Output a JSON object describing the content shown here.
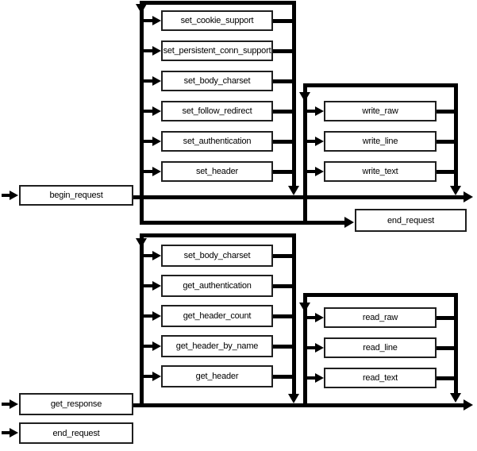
{
  "colors": {
    "background": "#ffffff",
    "line": "#000000",
    "box_border": "#1f1f1f",
    "box_fill": "#ffffff",
    "text": "#000000"
  },
  "nodes": {
    "begin_request": "begin_request",
    "end_request_top": "end_request",
    "get_response": "get_response",
    "end_request_bottom": "end_request",
    "request_set_loop": [
      "set_cookie_support",
      "set_persistent_conn_support",
      "set_body_charset",
      "set_follow_redirect",
      "set_authentication",
      "set_header"
    ],
    "write_loop": [
      "write_raw",
      "write_line",
      "write_text"
    ],
    "response_get_loop": [
      "set_body_charset",
      "get_authentication",
      "get_header_count",
      "get_header_by_name",
      "get_header"
    ],
    "read_loop": [
      "read_raw",
      "read_line",
      "read_text"
    ]
  }
}
